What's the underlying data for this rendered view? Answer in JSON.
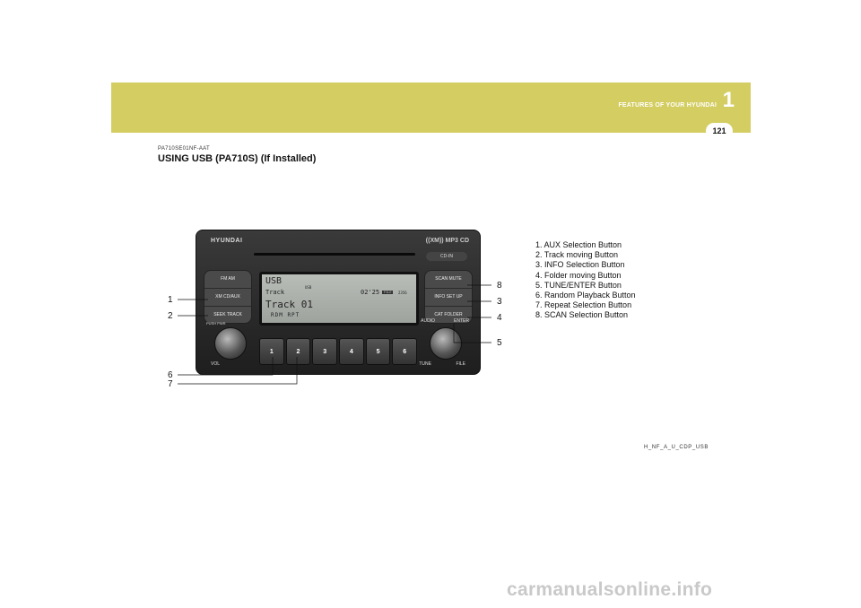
{
  "header": {
    "section_label": "FEATURES OF YOUR HYUNDAI",
    "chapter_number": "1",
    "page_number": "121",
    "band_color": "#d4cd62"
  },
  "content": {
    "doc_code": "PA710SE01NF-AAT",
    "heading": "USING USB (PA710S) (If Installed)"
  },
  "radio": {
    "brand": "HYUNDAI",
    "badges": "((XM)) MP3 CD",
    "cd_in_label": "CD-IN",
    "left_buttons": [
      "FM    AM",
      "XM   CD/AUX",
      "SEEK TRACK"
    ],
    "right_buttons": [
      "SCAN  MUTE",
      "INFO  SET UP",
      "CAT FOLDER"
    ],
    "pwr_label": "PUSH PWR",
    "vol_label": "VOL",
    "audio_label": "AUDIO",
    "enter_label": "ENTER",
    "tune_label": "TUNE",
    "file_label": "FILE",
    "display": {
      "source": "USB",
      "small_source": "USB",
      "track_label": "Track",
      "time": "02'25",
      "file_tag": "FILE",
      "file_number": "2356",
      "track_title": "Track 01",
      "flags": "RDM  RPT"
    },
    "presets": [
      "1",
      "2",
      "3",
      "4",
      "5",
      "6"
    ]
  },
  "callouts": {
    "left": [
      "1",
      "2",
      "6",
      "7"
    ],
    "right": [
      "8",
      "3",
      "4",
      "5"
    ]
  },
  "legend": [
    "1. AUX Selection Button",
    "2. Track moving Button",
    "3. INFO Selection Button",
    "4. Folder moving Button",
    "5. TUNE/ENTER Button",
    "6. Random Playback Button",
    "7. Repeat Selection Button",
    "8. SCAN Selection Button"
  ],
  "figure_code": "H_NF_A_U_CDP_USB",
  "watermark": "carmanualsonline.info"
}
